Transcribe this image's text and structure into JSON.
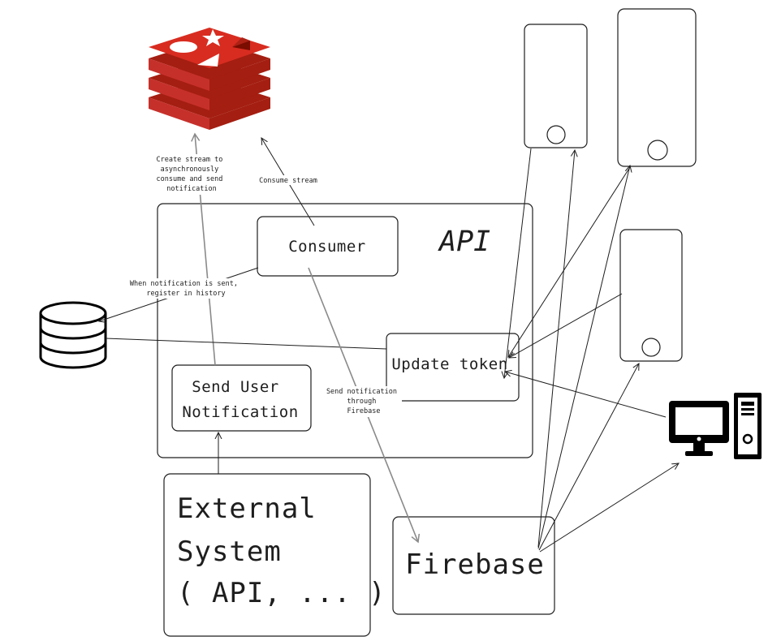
{
  "nodes": {
    "api": "API",
    "consumer": "Consumer",
    "update_token": "Update token",
    "send_user_notification": [
      "Send User",
      "Notification"
    ],
    "external_system": [
      "External",
      "System",
      "( API, ... )"
    ],
    "firebase": "Firebase"
  },
  "edges": {
    "create_stream": [
      "Create stream to",
      "asynchronously",
      "consume and send",
      "notification"
    ],
    "consume_stream": "Consume stream",
    "register_history": [
      "When notification is sent,",
      "register in history"
    ],
    "send_through_firebase": [
      "Send notification",
      "through",
      "Firebase"
    ]
  },
  "icons": {
    "redis": "redis-icon",
    "database": "database-icon",
    "computer": "computer-icon",
    "phone": "phone-icon"
  },
  "colors": {
    "redis_red": "#d82c20",
    "ink": "#1e1e1e",
    "gray_arrow": "#8a8a8a"
  }
}
